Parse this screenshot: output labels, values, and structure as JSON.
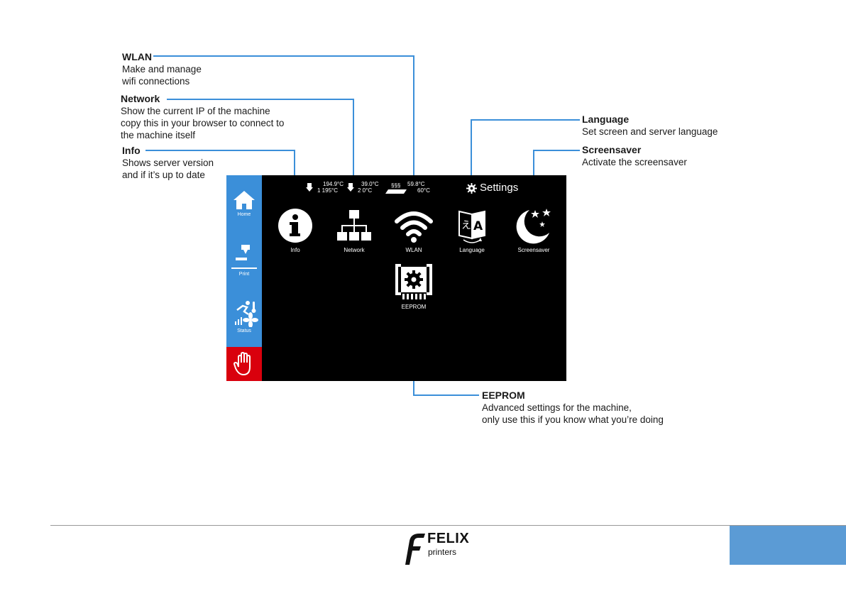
{
  "callouts": {
    "wlan": {
      "title": "WLAN",
      "lines": [
        "Make and manage",
        "wifi connections"
      ]
    },
    "network": {
      "title": "Network",
      "lines": [
        "Show the current IP of the machine",
        "copy this in your browser to connect to",
        "the machine itself"
      ]
    },
    "info": {
      "title": "Info",
      "lines": [
        "Shows server version",
        "and if it’s up to date"
      ]
    },
    "language": {
      "title": "Language",
      "lines": [
        "Set screen and server language"
      ]
    },
    "screensaver": {
      "title": "Screensaver",
      "lines": [
        "Activate the screensaver"
      ]
    },
    "eeprom": {
      "title": "EEPROM",
      "lines": [
        "Advanced settings for the machine,",
        "only use this if you know what you’re doing"
      ]
    }
  },
  "screen": {
    "sidebar": {
      "home": "Home",
      "print": "Print",
      "status": "Status"
    },
    "temps": {
      "ext1_top": "194.9°C",
      "ext1_bottom": "1  195°C",
      "ext2_top": "39.0°C",
      "ext2_bottom": "2   0°C",
      "bed_top": "59.8°C",
      "bed_bottom": "60°C",
      "bed_symbol": "§§§"
    },
    "title": "Settings",
    "icons": {
      "info": "Info",
      "network": "Network",
      "wlan": "WLAN",
      "language": "Language",
      "screensaver": "Screensaver",
      "eeprom": "EEPROM"
    }
  },
  "footer": {
    "brand": "FELIX",
    "sub": "printers"
  },
  "colors": {
    "accent": "#3b8fd9",
    "stop": "#d9000d",
    "footer_box": "#5b9bd5"
  }
}
